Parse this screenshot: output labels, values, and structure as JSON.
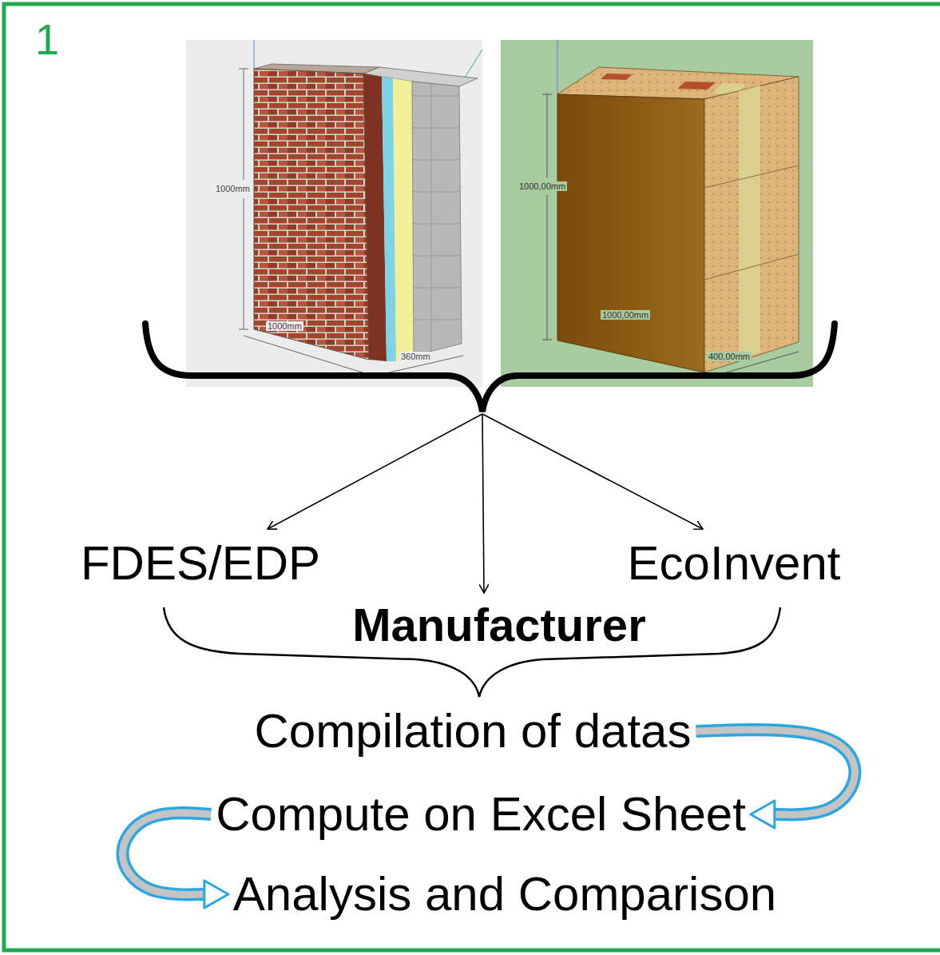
{
  "diagram": {
    "nodes": [
      {
        "text": [
          "FDES/EDP"
        ]
      },
      {
        "text": [
          "EcoInvent"
        ]
      },
      {
        "text": [
          "Manufacturer"
        ]
      },
      {
        "text": [
          "Compilation of datas"
        ]
      },
      {
        "text": [
          "Compute on Excel Sheet"
        ]
      },
      {
        "text": [
          "Analysis and Comparison"
        ]
      }
    ],
    "edges": [
      {
        "from": 3,
        "to": 4,
        "arrow": "to"
      },
      {
        "from": 4,
        "to": 5,
        "arrow": "to"
      }
    ],
    "labels": [
      "1",
      "1000mm",
      "1000mm",
      "360mm",
      "1000,00mm",
      "1000,00mm",
      "400,00mm"
    ]
  }
}
